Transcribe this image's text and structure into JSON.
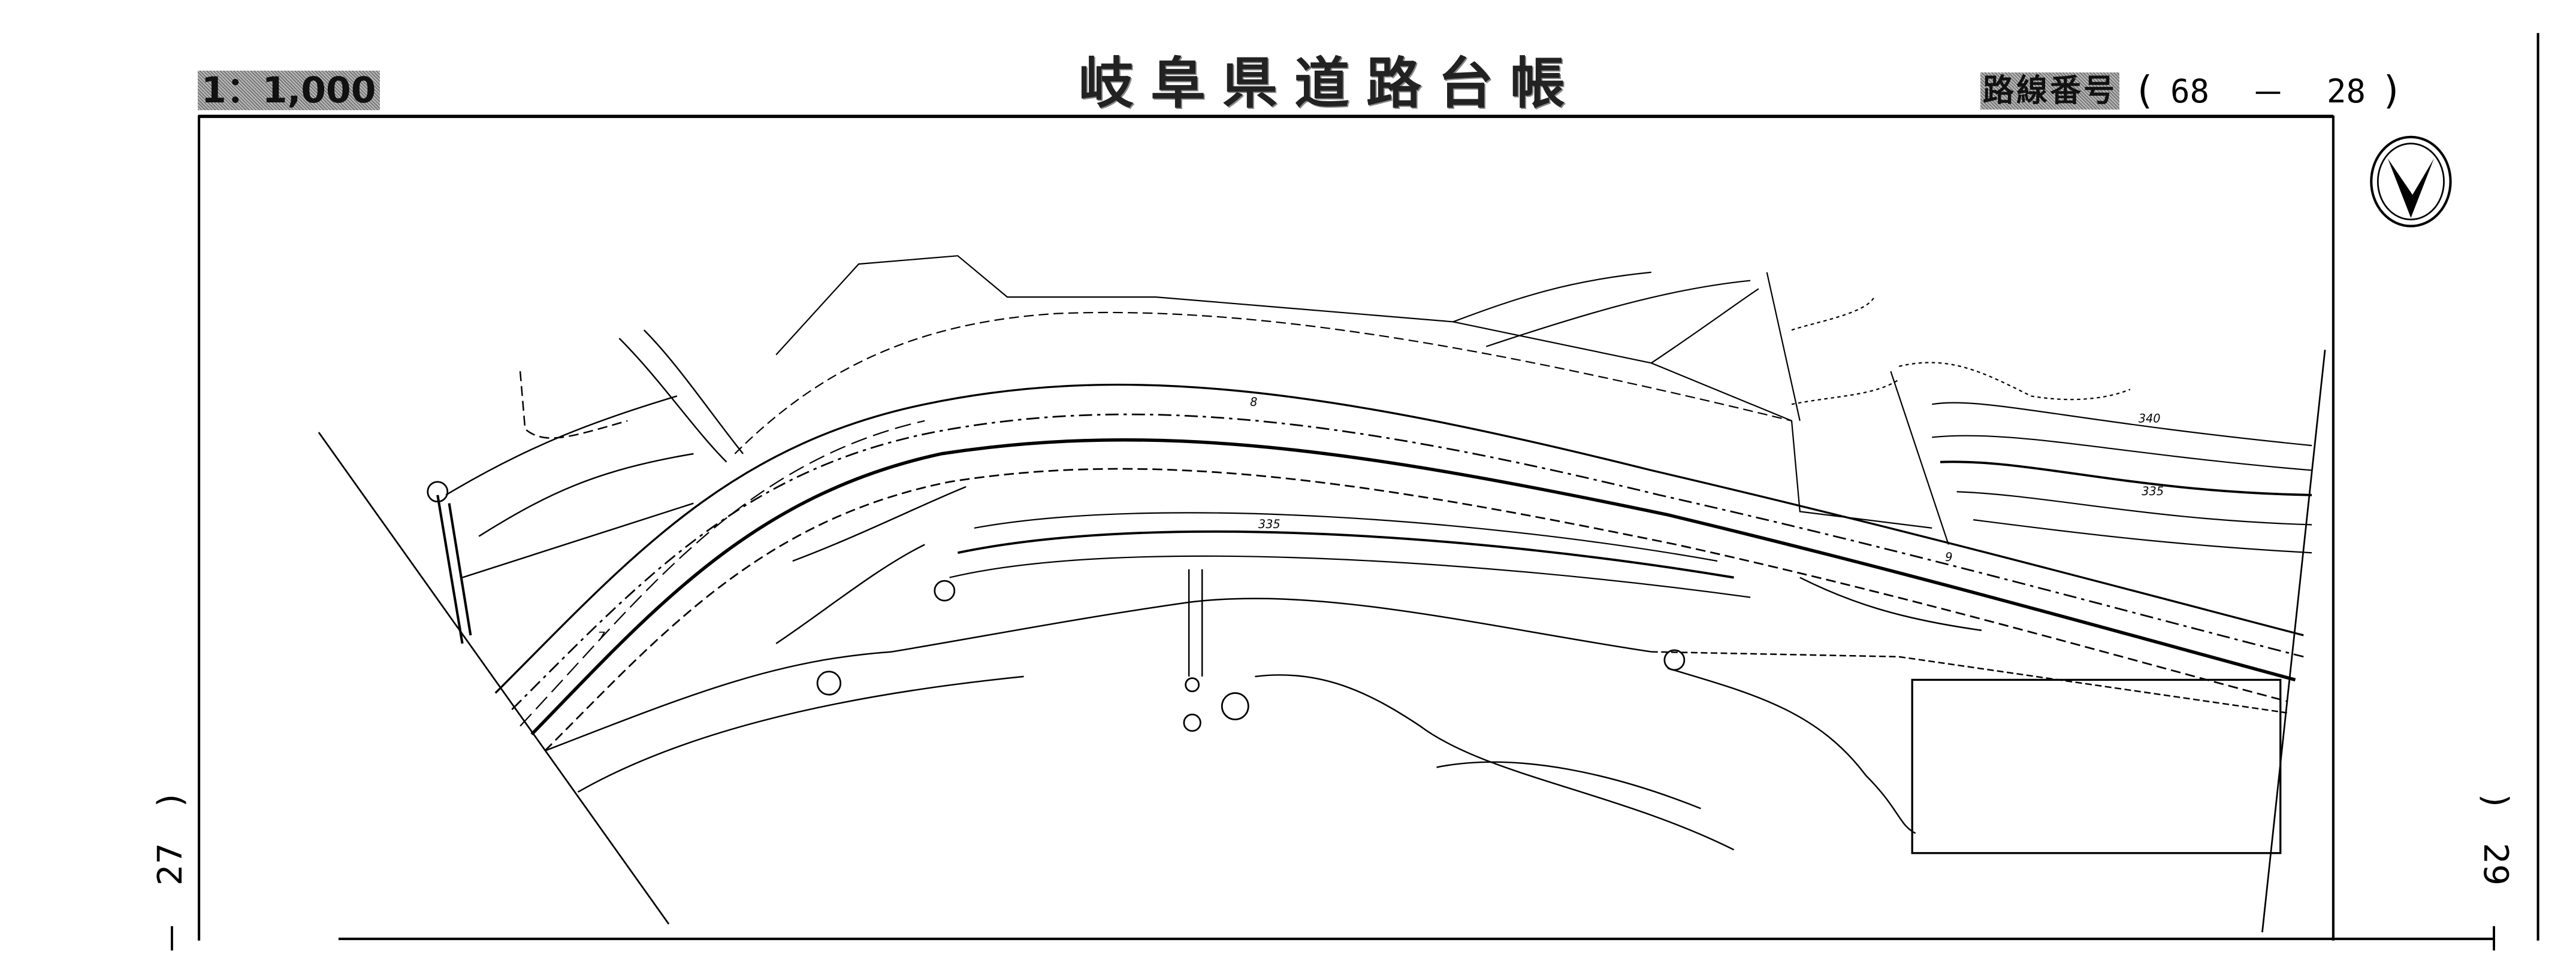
{
  "header": {
    "scale": "1：1,000",
    "title": "岐阜県道路台帳",
    "sheet_label": "路線番号",
    "sheet_open": "(",
    "sheet_major": "68",
    "sheet_dash": "－",
    "sheet_minor": "28",
    "sheet_close": ")"
  },
  "adjacent_sheets": {
    "left": {
      "dash": "－",
      "number": "27",
      "paren": ")"
    },
    "right": {
      "dash": "－",
      "number": "29",
      "paren": ")"
    }
  },
  "map": {
    "contour_labels": [
      "340",
      "335",
      "335"
    ],
    "station_labels": [
      "7",
      "8",
      "9"
    ],
    "north_arrow": "north-arrow"
  }
}
